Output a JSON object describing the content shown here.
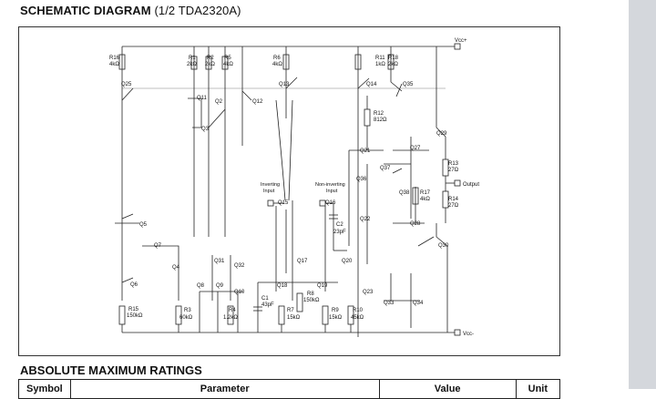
{
  "heading": {
    "title": "SCHEMATIC DIAGRAM",
    "subtitle": "(1/2 TDA2320A)"
  },
  "schematic": {
    "supply_pos": "Vcc+",
    "supply_neg": "Vcc-",
    "output_label": "Output",
    "inverting_label_1": "Inverting",
    "inverting_label_2": "Input",
    "noninverting_label_1": "Non-inverting",
    "noninverting_label_2": "Input",
    "resistors": [
      {
        "name": "R16",
        "value": "4kΩ"
      },
      {
        "name": "R1",
        "value": "2kΩ"
      },
      {
        "name": "R2",
        "value": "2kΩ"
      },
      {
        "name": "R5",
        "value": "4kΩ"
      },
      {
        "name": "R6",
        "value": "4kΩ"
      },
      {
        "name": "R11",
        "value": "1kΩ"
      },
      {
        "name": "R18",
        "value": "2kΩ"
      },
      {
        "name": "R12",
        "value": "812Ω"
      },
      {
        "name": "R13",
        "value": "27Ω"
      },
      {
        "name": "R14",
        "value": "27Ω"
      },
      {
        "name": "R17",
        "value": "4kΩ"
      },
      {
        "name": "R15",
        "value": "150kΩ"
      },
      {
        "name": "R3",
        "value": "60kΩ"
      },
      {
        "name": "R4",
        "value": "1.2kΩ"
      },
      {
        "name": "R7",
        "value": "15kΩ"
      },
      {
        "name": "R8",
        "value": "150kΩ"
      },
      {
        "name": "R9",
        "value": "15kΩ"
      },
      {
        "name": "R10",
        "value": "45kΩ"
      }
    ],
    "capacitors": [
      {
        "name": "C1",
        "value": "43pF"
      },
      {
        "name": "C2",
        "value": "23pF"
      }
    ],
    "transistors": [
      "Q25",
      "Q11",
      "Q2",
      "Q3",
      "Q12",
      "Q13",
      "Q14",
      "Q35",
      "Q5",
      "Q7",
      "Q4",
      "Q31",
      "Q32",
      "Q6",
      "Q8",
      "Q9",
      "Q10",
      "Q15",
      "Q16",
      "Q17",
      "Q18",
      "Q19",
      "Q20",
      "Q21",
      "Q22",
      "Q23",
      "Q27",
      "Q29",
      "Q36",
      "Q37",
      "Q38",
      "Q28",
      "Q30",
      "Q33",
      "Q34"
    ]
  },
  "ratings": {
    "title": "ABSOLUTE MAXIMUM RATINGS",
    "columns": [
      "Symbol",
      "Parameter",
      "Value",
      "Unit"
    ]
  }
}
